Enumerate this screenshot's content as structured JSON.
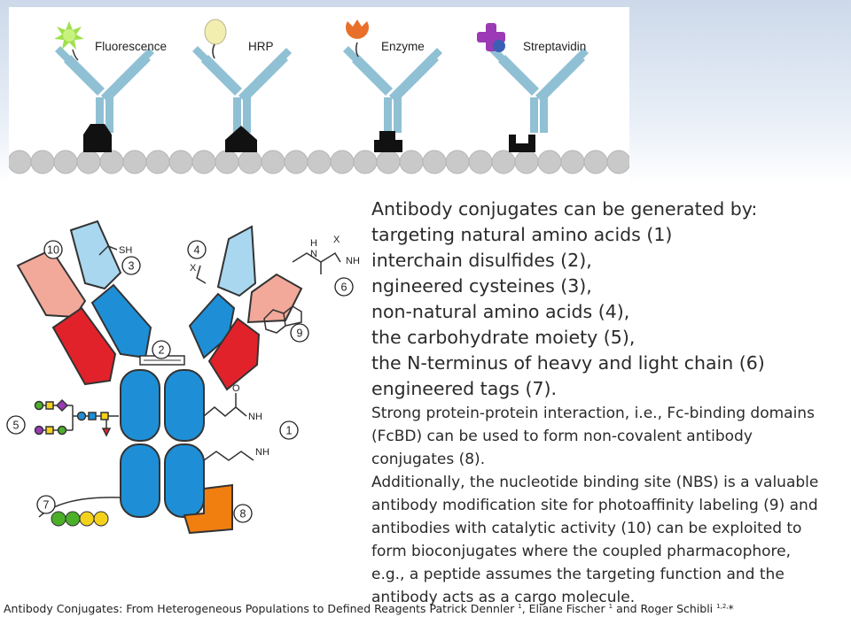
{
  "top_panel": {
    "labels": [
      "Fluorescence",
      "HRP",
      "Enzyme",
      "Streptavidin"
    ]
  },
  "diagram": {
    "numbers": [
      "1",
      "2",
      "3",
      "4",
      "5",
      "6",
      "7",
      "8",
      "9",
      "10"
    ],
    "chem_labels": {
      "sh": "SH",
      "x_left": "X",
      "x_right": "X",
      "h": "H",
      "n": "N",
      "nh2_top": "NH",
      "o": "O",
      "nh2_mid": "NH",
      "nh2_low": "NH"
    },
    "colors": {
      "heavy_chain": "#1e8fd6",
      "light_blue": "#a9d7f0",
      "salmon": "#f2a99a",
      "red": "#e2222b",
      "orange": "#f07f10",
      "green": "#4caf2a",
      "yellow": "#f4d21b"
    }
  },
  "text": {
    "heading": "Antibody conjugates can be generated by:",
    "items": [
      "targeting natural amino acids (1)",
      "interchain disulfides (2),",
      "ngineered cysteines (3),",
      "non-natural amino acids (4),",
      "the carbohydrate moiety (5),",
      "the N-terminus of heavy and light chain (6)",
      "engineered tags (7)."
    ],
    "small_lines": [
      "Strong protein-protein interaction, i.e., Fc-binding domains",
      "(FcBD) can be used to form non-covalent antibody",
      "conjugates (8).",
      "Additionally, the nucleotide binding site (NBS) is a valuable",
      "antibody modification site for photoaffinity labeling (9) and",
      "antibodies with catalytic activity (10) can be exploited to",
      "form bioconjugates where the coupled pharmacophore,",
      "e.g., a peptide assumes the targeting function and the",
      "antibody acts as a cargo molecule."
    ]
  },
  "footer": {
    "text": "Antibody Conjugates: From Heterogeneous Populations to Defined Reagents Patrick Dennler",
    "sup1": "1",
    "mid": ", Eliane Fischer",
    "sup2": "1",
    "end": " and Roger Schibli",
    "sup3": "1,2,",
    "star": "*"
  }
}
